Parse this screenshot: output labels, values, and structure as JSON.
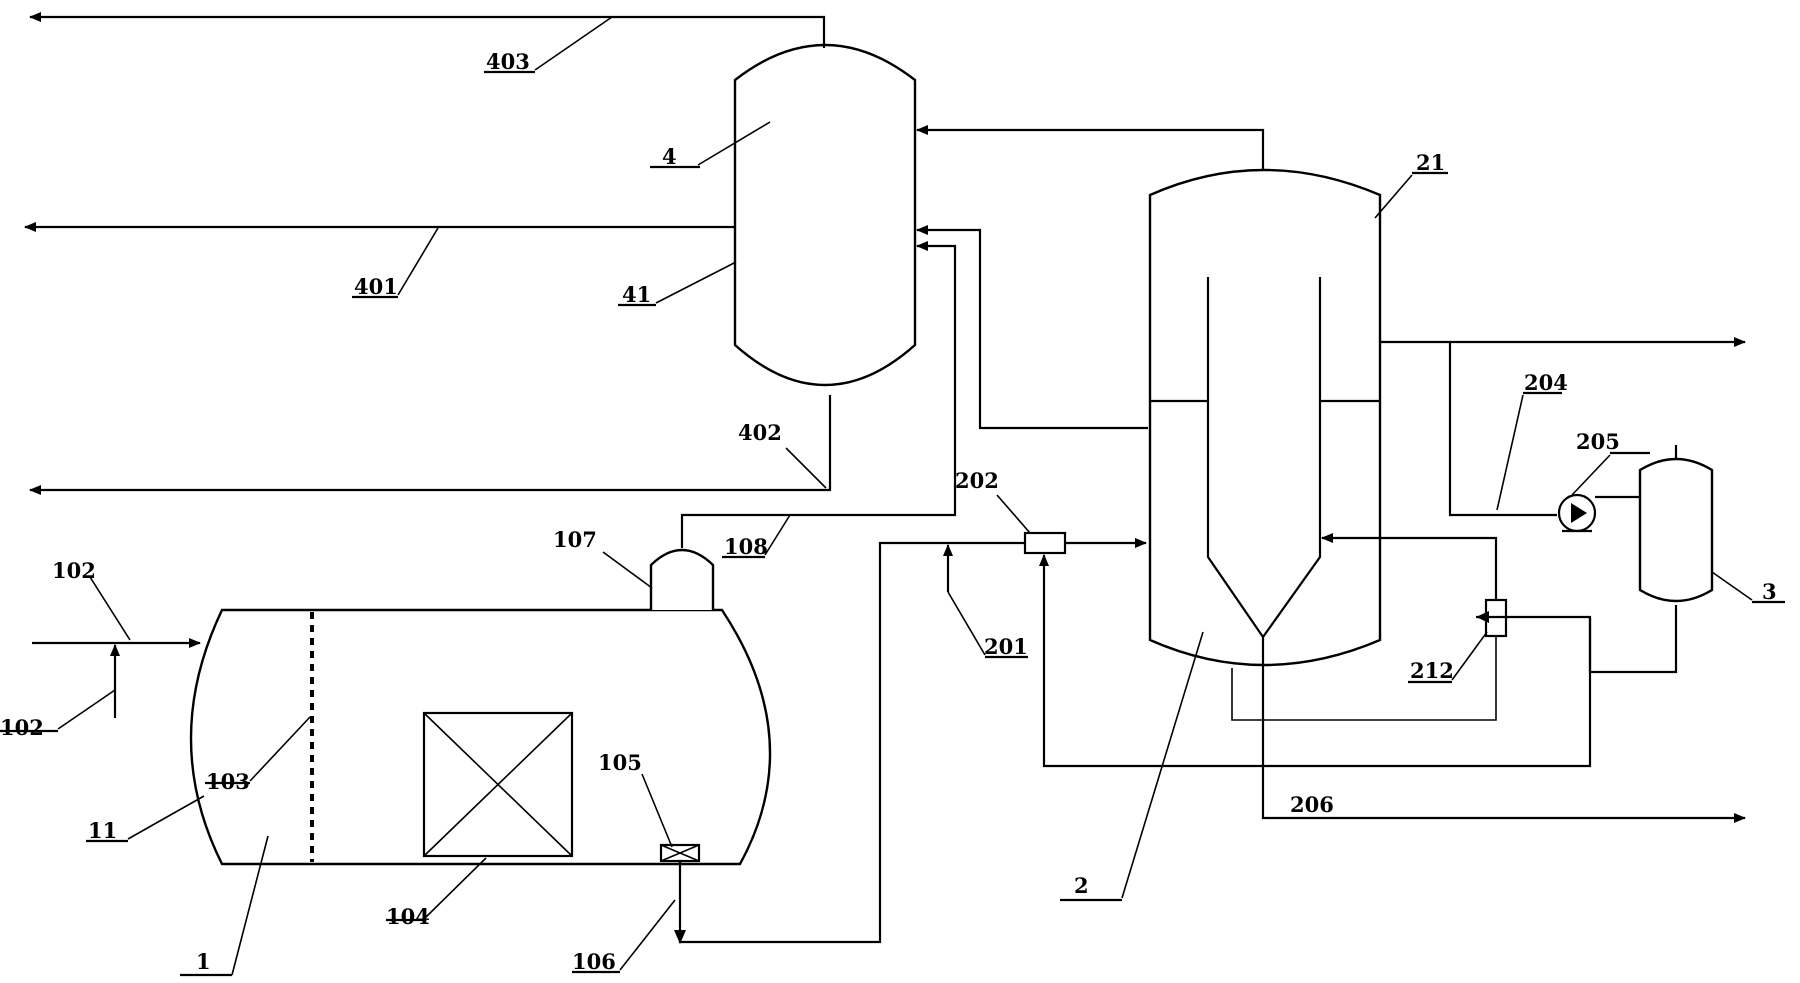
{
  "labels": {
    "l403": "403",
    "l4": "4",
    "l401": "401",
    "l41": "41",
    "l402": "402",
    "l108": "108",
    "l107": "107",
    "l202": "202",
    "l201": "201",
    "l21": "21",
    "l204": "204",
    "l205": "205",
    "l3": "3",
    "l212": "212",
    "l2": "2",
    "l206": "206",
    "l102a": "102",
    "l102b": "102",
    "l103": "103",
    "l11": "11",
    "l1": "1",
    "l104": "104",
    "l105": "105",
    "l106": "106"
  },
  "colors": {
    "line": "#000000",
    "background": "#ffffff"
  }
}
